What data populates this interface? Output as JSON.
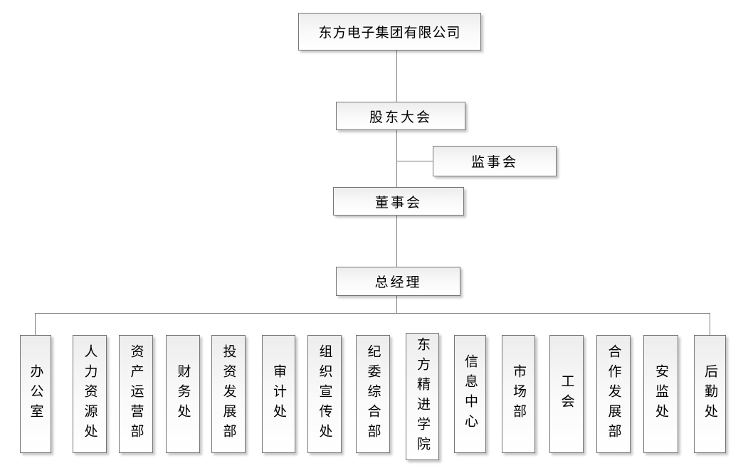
{
  "org_chart": {
    "diagram_type": "organizational-chart",
    "company": "东方电子集团有限公司",
    "governance": {
      "shareholders_meeting": "股东大会",
      "supervisory_board": "监事会",
      "board_of_directors": "董事会",
      "general_manager": "总经理"
    },
    "departments": [
      {
        "label": "办公室"
      },
      {
        "label": "人力资源处"
      },
      {
        "label": "资产运营部"
      },
      {
        "label": "财务处"
      },
      {
        "label": "投资发展部"
      },
      {
        "label": "审计处"
      },
      {
        "label": "组织宣传处"
      },
      {
        "label": "纪委综合部"
      },
      {
        "label": "东方精进学院"
      },
      {
        "label": "信息中心"
      },
      {
        "label": "市场部"
      },
      {
        "label": "工会"
      },
      {
        "label": "合作发展部"
      },
      {
        "label": "安监处"
      },
      {
        "label": "后勤处"
      }
    ],
    "colors": {
      "background": "#ffffff",
      "box_border": "#767676",
      "box_fill_top": "#ededed",
      "box_fill_bottom": "#ffffff",
      "connector_line": "#808080",
      "text": "#000000"
    }
  }
}
